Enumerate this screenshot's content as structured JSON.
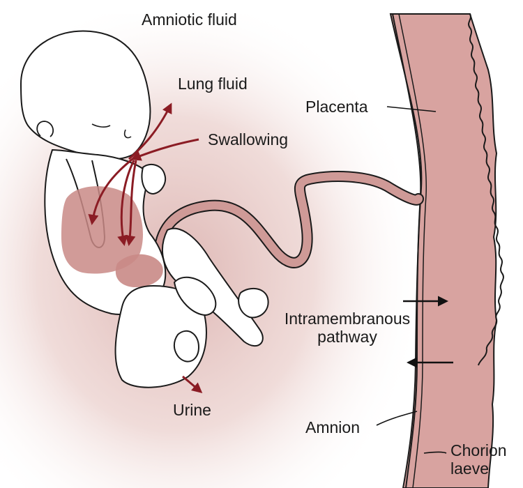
{
  "labels": {
    "amniotic_fluid": "Amniotic fluid",
    "lung_fluid": "Lung fluid",
    "swallowing": "Swallowing",
    "placenta": "Placenta",
    "intramembranous_line1": "Intramembranous",
    "intramembranous_line2": "pathway",
    "urine": "Urine",
    "amnion": "Amnion",
    "chorion_line1": "Chorion",
    "chorion_line2": "laeve"
  },
  "colors": {
    "fluid_glow": "#e8c9c6",
    "placenta_fill": "#d8a3a0",
    "organ_fill": "#c98a86",
    "arrow_red": "#8b1c24",
    "outline": "#1a1a1a"
  }
}
